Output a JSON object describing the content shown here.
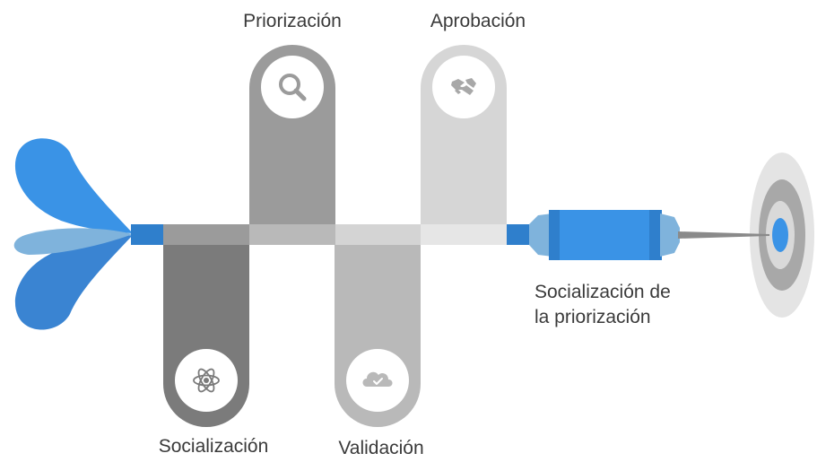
{
  "steps": [
    {
      "label": "Socialización",
      "icon": "atom-icon"
    },
    {
      "label": "Priorización",
      "icon": "magnifier-icon"
    },
    {
      "label": "Validación",
      "icon": "cloud-check-icon"
    },
    {
      "label": "Aprobación",
      "icon": "handshake-icon"
    }
  ],
  "target_label": {
    "line1": "Socialización de",
    "line2": "la priorización"
  },
  "colors": {
    "dart_blue": "#3a93e6",
    "dart_blue_dark": "#2f7fcc",
    "dart_blue_light": "#7fb3dc",
    "step1": "#7b7b7b",
    "step2": "#9b9b9b",
    "step3": "#b9b9b9",
    "step4": "#d6d6d6",
    "step4_bar": "#e6e6e6",
    "target_outer": "#e4e4e4",
    "target_mid": "#a8a8a8",
    "target_inner": "#d9d9d9",
    "text": "#3a3a3a"
  }
}
